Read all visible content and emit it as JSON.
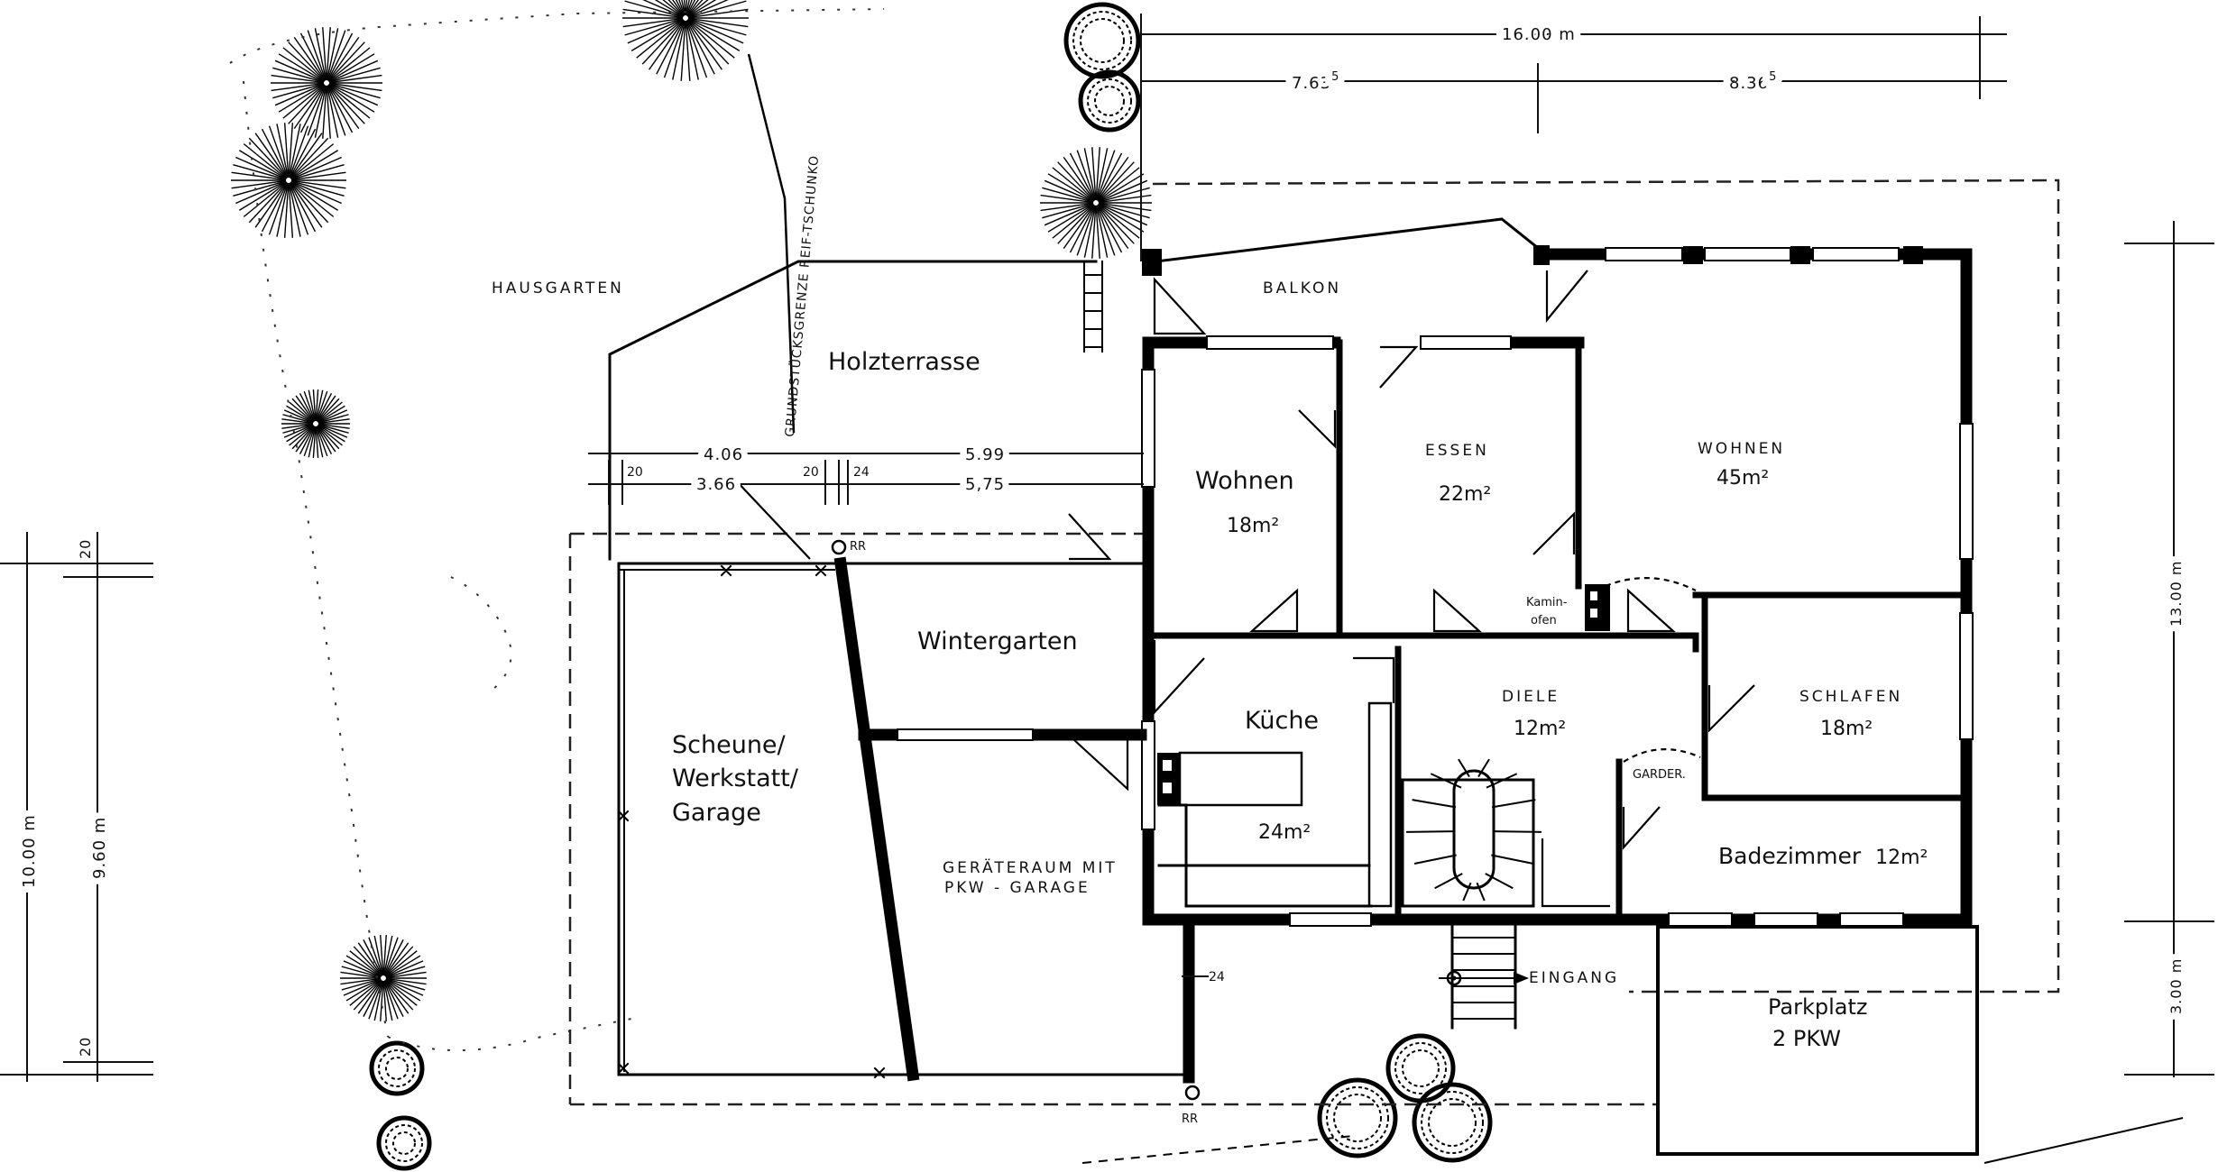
{
  "plan": {
    "dimensions": {
      "top_total": "16.00 m",
      "top_left": "7.63",
      "top_left_sup": "5",
      "top_right": "8.36",
      "top_right_sup": "5",
      "right_main": "13.00 m",
      "right_lower": "3.00 m",
      "left_outer": "10.00 m",
      "left_inner": "9.60 m",
      "left_top_wall": "20",
      "left_bottom_wall": "20",
      "terrace_a": "4.06",
      "terrace_b": "5.99",
      "terrace_c": "3.66",
      "terrace_d": "5,75",
      "wall_20a": "20",
      "wall_20b": "20",
      "wall_24a": "24",
      "wall_24b": "24"
    },
    "labels": {
      "hausgarten": "HAUSGARTEN",
      "boundary": "GRUNDSTÜCKSGRENZE REIF-TSCHUNKO",
      "holzterrasse": "Holzterrasse",
      "balkon": "BALKON",
      "wohnen_small": "Wohnen",
      "wohnen_small_area": "18m²",
      "essen": "ESSEN",
      "essen_area": "22m²",
      "wohnen_big": "WOHNEN",
      "wohnen_big_area": "45m²",
      "kaminofen_1": "Kamin-",
      "kaminofen_2": "ofen",
      "wintergarten": "Wintergarten",
      "scheune_1": "Scheune/",
      "scheune_2": "Werkstatt/",
      "scheune_3": "Garage",
      "kueche": "Küche",
      "kueche_area": "24m²",
      "diele": "DIELE",
      "diele_area": "12m²",
      "schlafen": "SCHLAFEN",
      "schlafen_area": "18m²",
      "garder": "GARDER.",
      "badezimmer": "Badezimmer",
      "badezimmer_area": "12m²",
      "geraeteraum_1": "GERÄTERAUM MIT",
      "geraeteraum_2": "PKW - GARAGE",
      "eingang": "EINGANG",
      "parkplatz_1": "Parkplatz",
      "parkplatz_2": "2 PKW",
      "rr_top": "RR",
      "rr_bottom": "RR"
    }
  }
}
